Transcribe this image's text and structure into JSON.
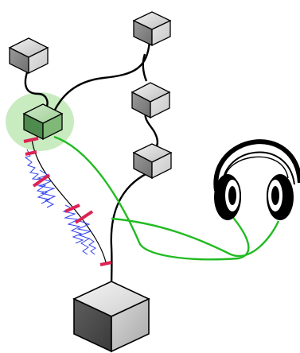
{
  "diagram": {
    "kind": "illustration",
    "nodes": [
      {
        "id": "cube-top-left",
        "role": "node",
        "style": "small-gray"
      },
      {
        "id": "cube-top-right",
        "role": "node",
        "style": "small-gray"
      },
      {
        "id": "cube-middle-right",
        "role": "node",
        "style": "small-gray"
      },
      {
        "id": "cube-lower-right",
        "role": "node",
        "style": "small-gray"
      },
      {
        "id": "cube-highlighted",
        "role": "selected-node",
        "style": "small-green"
      },
      {
        "id": "cube-root",
        "role": "root",
        "style": "large-dark-gray"
      }
    ],
    "edges": [
      {
        "from": "cube-top-left",
        "to": "cube-highlighted",
        "color": "#000000"
      },
      {
        "from": "cube-top-right",
        "to": "cube-highlighted",
        "color": "#000000"
      },
      {
        "from": "cube-middle-right",
        "to": "cube-lower-right",
        "color": "#000000"
      },
      {
        "from": "cube-lower-right",
        "to": "cube-root",
        "color": "#000000"
      },
      {
        "from": "cube-highlighted",
        "to": "headphones-left-ear",
        "color": "#22bb22"
      },
      {
        "from": "cube-root",
        "to": "headphones-right-ear",
        "color": "#22bb22"
      }
    ],
    "signal_path": {
      "from": "cube-highlighted",
      "to": "cube-root",
      "wave_color": "#3344ee",
      "marker_color": "#dd2255"
    },
    "headphones": {
      "icon": "headphones-icon"
    },
    "colors": {
      "highlight_halo": "#b8e6b0",
      "green_cube": "#6aa86a",
      "cable": "#22bb22",
      "waveform": "#3344ee",
      "marker": "#dd2255"
    }
  }
}
